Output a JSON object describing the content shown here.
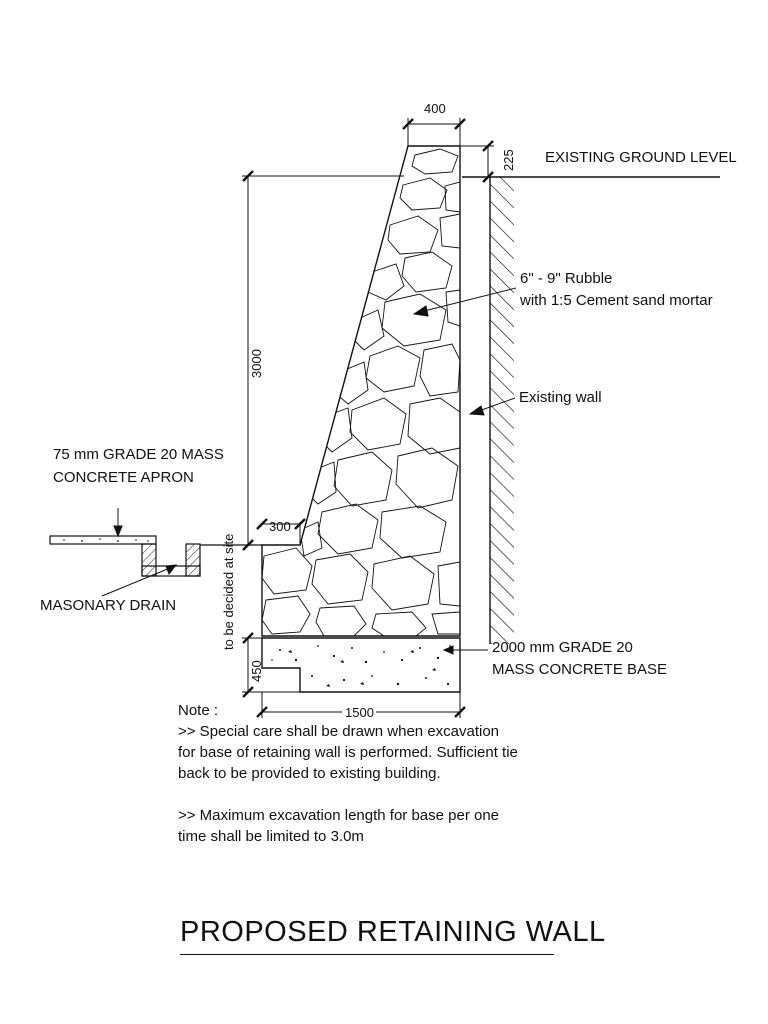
{
  "labels": {
    "top_width": "400",
    "top_offset": "225",
    "ground": "EXISTING GROUND LEVEL",
    "height": "3000",
    "rubble_line1": "6\" - 9\" Rubble",
    "rubble_line2": "with 1:5 Cement sand mortar",
    "existing_wall": "Existing wall",
    "apron_line1": "75 mm GRADE 20 MASS",
    "apron_line2": "CONCRETE APRON",
    "toe_width": "300",
    "site_note": "to be decided at site",
    "drain": "MASONARY DRAIN",
    "base_line1": "2000 mm GRADE 20",
    "base_line2": "MASS CONCRETE BASE",
    "base_thickness": "450",
    "base_width": "1500"
  },
  "note": {
    "heading": "Note :",
    "line1": ">> Special care shall be drawn when excavation",
    "line2": "for base of retaining wall is performed. Sufficient tie",
    "line3": "back to be provided to existing building.",
    "line4": ">> Maximum excavation length for base per one",
    "line5": "time shall be limited to 3.0m"
  },
  "title": "PROPOSED RETAINING WALL"
}
